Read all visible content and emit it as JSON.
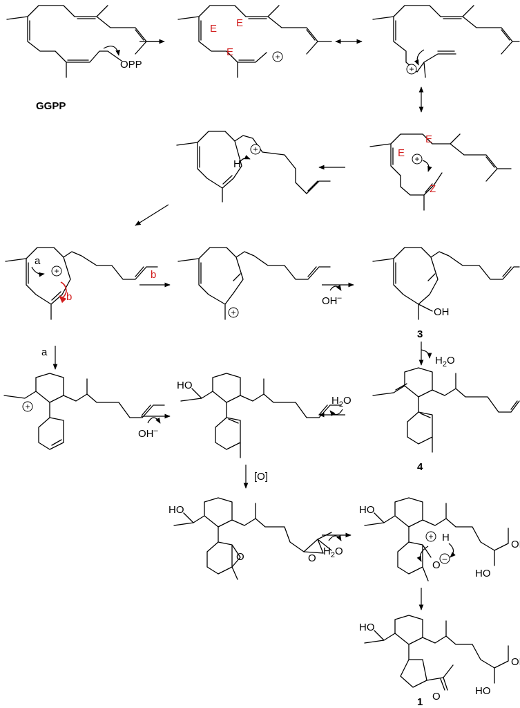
{
  "labels": {
    "ggpp": "GGPP",
    "opp": "OPP",
    "compound_3": "3",
    "compound_4": "4",
    "compound_1": "1"
  },
  "stereo": {
    "E": "E",
    "Z": "Z"
  },
  "paths": {
    "a": "a",
    "b": "b"
  },
  "reagents": {
    "hydroxide": "OH",
    "hydroxide_charge": "–",
    "water_h": "H",
    "water_sub": "2",
    "water_o": "O",
    "oxidation": "[O]"
  },
  "atoms": {
    "hydroxy": "HO",
    "oh": "OH",
    "o": "O",
    "h": "H",
    "plus": "+",
    "minus": "–"
  },
  "colors": {
    "ink": "#000000",
    "highlight": "#d21e1e"
  }
}
